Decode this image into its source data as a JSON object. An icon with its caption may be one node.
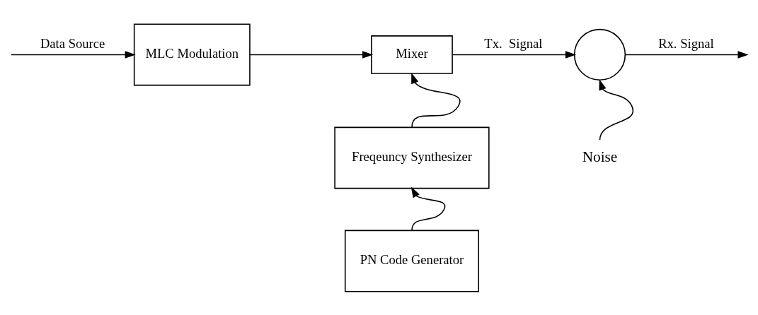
{
  "diagram": {
    "nodes": [
      {
        "text": [
          "MLC Modulation"
        ]
      },
      {
        "text": [
          "Mixer"
        ]
      },
      {
        "text": [
          "Freqeuncy Synthesizer"
        ]
      },
      {
        "text": [
          "PN Code Generator"
        ]
      },
      {
        "text": [],
        "shape": "circle"
      },
      {
        "text": [
          "Noise"
        ]
      }
    ],
    "edges": [
      {
        "from": null,
        "to": 0,
        "arrow": "to",
        "label": "Data Source"
      },
      {
        "from": 0,
        "to": 1,
        "arrow": "to"
      },
      {
        "from": 2,
        "to": 1,
        "arrow": "to"
      },
      {
        "from": 3,
        "to": 2,
        "arrow": "to"
      },
      {
        "from": 1,
        "to": 4,
        "arrow": "to",
        "label": "Tx.  Signal"
      },
      {
        "from": 5,
        "to": 4,
        "arrow": "to"
      },
      {
        "from": 4,
        "to": null,
        "arrow": "to",
        "label": "Rx. Signal"
      }
    ]
  }
}
